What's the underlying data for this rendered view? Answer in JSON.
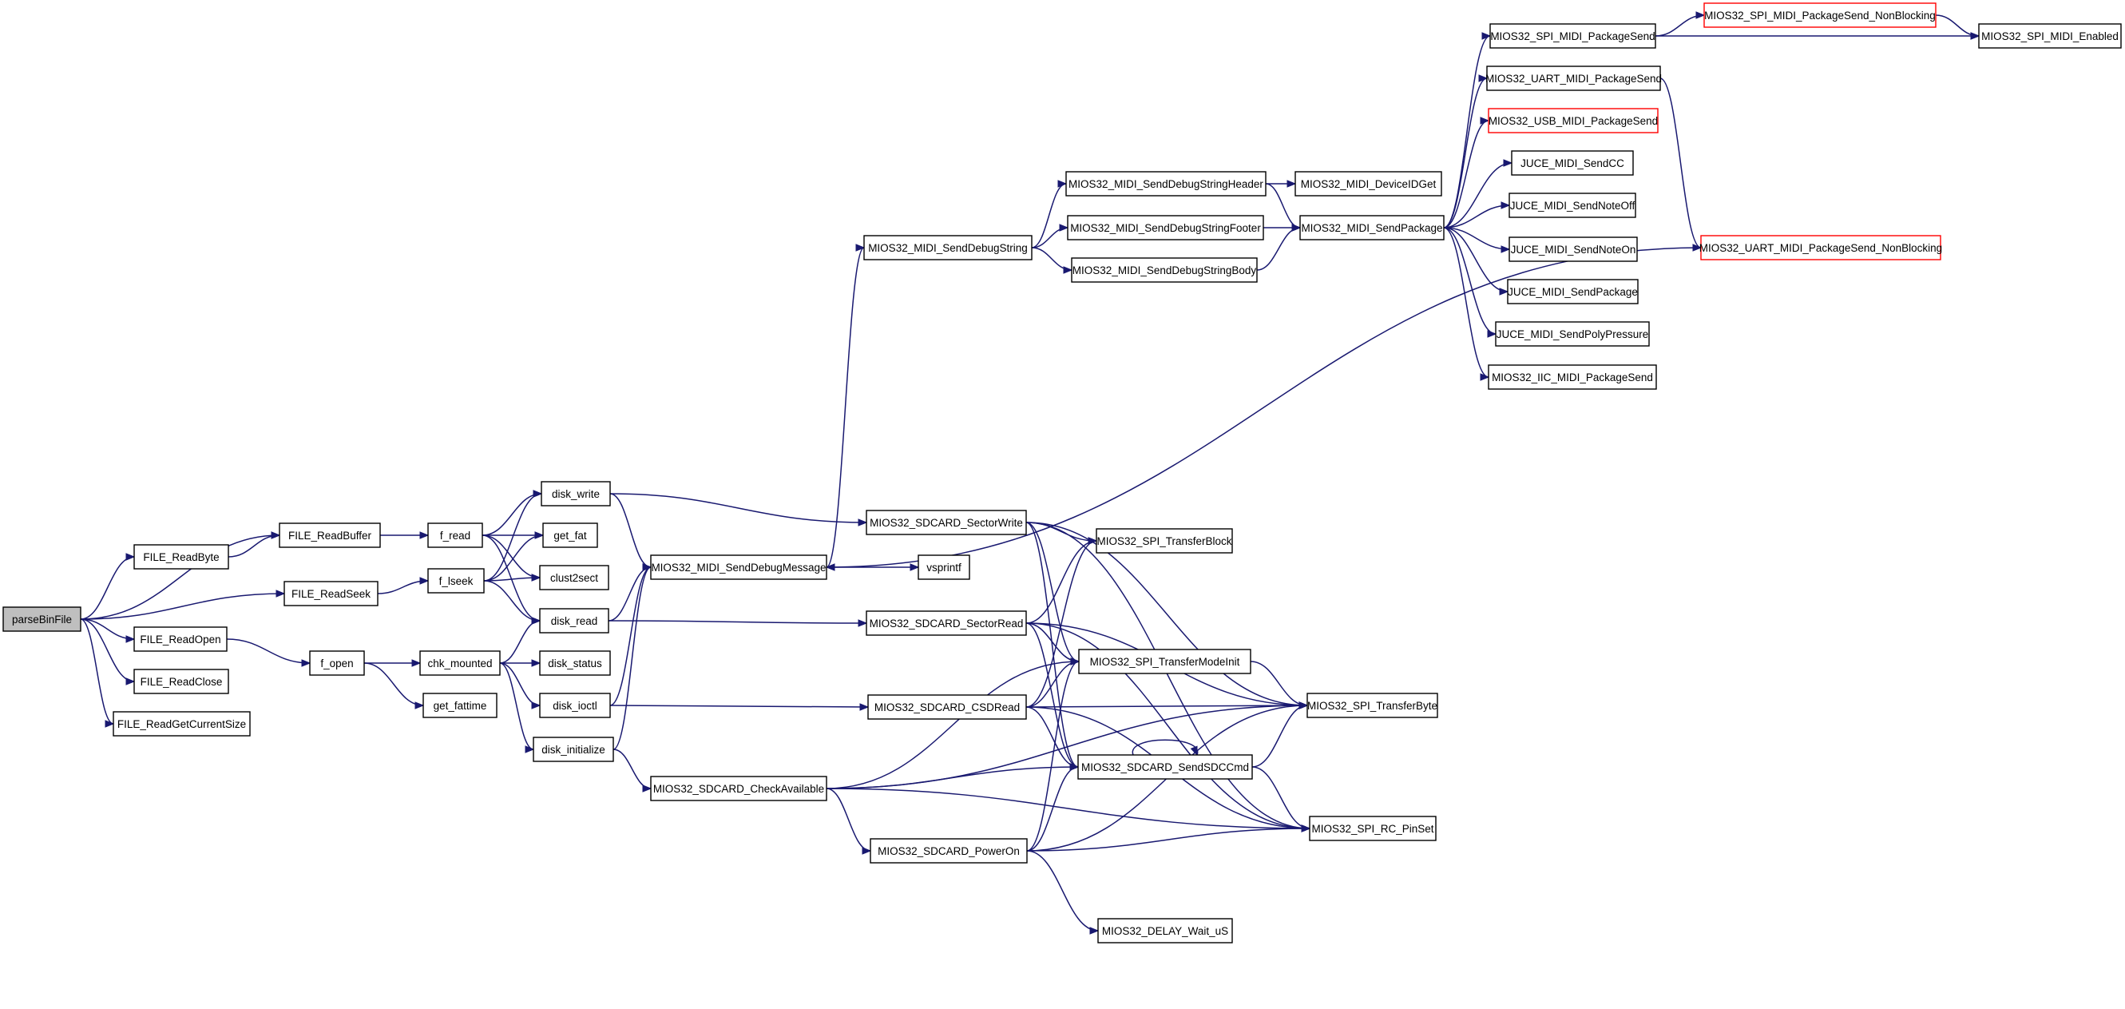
{
  "colors": {
    "edge": "#191970",
    "node_border": "#000000",
    "node_border_incomplete": "#ff0000",
    "root_fill": "#bfbfbf",
    "background": "#ffffff"
  },
  "nodes": {
    "parseBinFile": {
      "label": "parseBinFile",
      "kind": "root"
    },
    "FILE_ReadByte": {
      "label": "FILE_ReadByte"
    },
    "FILE_ReadBuffer": {
      "label": "FILE_ReadBuffer"
    },
    "FILE_ReadSeek": {
      "label": "FILE_ReadSeek"
    },
    "FILE_ReadOpen": {
      "label": "FILE_ReadOpen"
    },
    "FILE_ReadClose": {
      "label": "FILE_ReadClose"
    },
    "FILE_ReadGetCurrentSize": {
      "label": "FILE_ReadGetCurrentSize"
    },
    "f_read": {
      "label": "f_read"
    },
    "f_lseek": {
      "label": "f_lseek"
    },
    "f_open": {
      "label": "f_open"
    },
    "get_fattime": {
      "label": "get_fattime"
    },
    "chk_mounted": {
      "label": "chk_mounted"
    },
    "disk_write": {
      "label": "disk_write"
    },
    "get_fat": {
      "label": "get_fat"
    },
    "clust2sect": {
      "label": "clust2sect"
    },
    "disk_read": {
      "label": "disk_read"
    },
    "disk_status": {
      "label": "disk_status"
    },
    "disk_ioctl": {
      "label": "disk_ioctl"
    },
    "disk_initialize": {
      "label": "disk_initialize"
    },
    "MIOS32_MIDI_SendDebugMessage": {
      "label": "MIOS32_MIDI_SendDebugMessage"
    },
    "MIOS32_SDCARD_CheckAvailable": {
      "label": "MIOS32_SDCARD_CheckAvailable"
    },
    "vsprintf": {
      "label": "vsprintf"
    },
    "MIOS32_MIDI_SendDebugString": {
      "label": "MIOS32_MIDI_SendDebugString"
    },
    "MIOS32_SDCARD_SectorWrite": {
      "label": "MIOS32_SDCARD_SectorWrite"
    },
    "MIOS32_SDCARD_SectorRead": {
      "label": "MIOS32_SDCARD_SectorRead"
    },
    "MIOS32_SDCARD_CSDRead": {
      "label": "MIOS32_SDCARD_CSDRead"
    },
    "MIOS32_SDCARD_PowerOn": {
      "label": "MIOS32_SDCARD_PowerOn"
    },
    "MIOS32_MIDI_SendDebugStringHeader": {
      "label": "MIOS32_MIDI_SendDebugStringHeader"
    },
    "MIOS32_MIDI_SendDebugStringFooter": {
      "label": "MIOS32_MIDI_SendDebugStringFooter"
    },
    "MIOS32_MIDI_SendDebugStringBody": {
      "label": "MIOS32_MIDI_SendDebugStringBody"
    },
    "MIOS32_SPI_TransferBlock": {
      "label": "MIOS32_SPI_TransferBlock"
    },
    "MIOS32_SPI_TransferModeInit": {
      "label": "MIOS32_SPI_TransferModeInit"
    },
    "MIOS32_SDCARD_SendSDCCmd": {
      "label": "MIOS32_SDCARD_SendSDCCmd"
    },
    "MIOS32_DELAY_Wait_uS": {
      "label": "MIOS32_DELAY_Wait_uS"
    },
    "MIOS32_MIDI_DeviceIDGet": {
      "label": "MIOS32_MIDI_DeviceIDGet"
    },
    "MIOS32_MIDI_SendPackage": {
      "label": "MIOS32_MIDI_SendPackage"
    },
    "MIOS32_SPI_TransferByte": {
      "label": "MIOS32_SPI_TransferByte"
    },
    "MIOS32_SPI_RC_PinSet": {
      "label": "MIOS32_SPI_RC_PinSet"
    },
    "MIOS32_SPI_MIDI_PackageSend": {
      "label": "MIOS32_SPI_MIDI_PackageSend"
    },
    "MIOS32_UART_MIDI_PackageSend": {
      "label": "MIOS32_UART_MIDI_PackageSend"
    },
    "MIOS32_USB_MIDI_PackageSend": {
      "label": "MIOS32_USB_MIDI_PackageSend",
      "kind": "red"
    },
    "JUCE_MIDI_SendCC": {
      "label": "JUCE_MIDI_SendCC"
    },
    "JUCE_MIDI_SendNoteOff": {
      "label": "JUCE_MIDI_SendNoteOff"
    },
    "JUCE_MIDI_SendNoteOn": {
      "label": "JUCE_MIDI_SendNoteOn"
    },
    "JUCE_MIDI_SendPackage": {
      "label": "JUCE_MIDI_SendPackage"
    },
    "JUCE_MIDI_SendPolyPressure": {
      "label": "JUCE_MIDI_SendPolyPressure"
    },
    "MIOS32_IIC_MIDI_PackageSend": {
      "label": "MIOS32_IIC_MIDI_PackageSend"
    },
    "MIOS32_SPI_MIDI_PackageSend_NonBlocking": {
      "label": "MIOS32_SPI_MIDI_PackageSend_NonBlocking",
      "kind": "red"
    },
    "MIOS32_UART_MIDI_PackageSend_NonBlocking": {
      "label": "MIOS32_UART_MIDI_PackageSend_NonBlocking",
      "kind": "red"
    },
    "MIOS32_SPI_MIDI_Enabled": {
      "label": "MIOS32_SPI_MIDI_Enabled"
    }
  },
  "edges": [
    [
      "parseBinFile",
      "FILE_ReadBuffer"
    ],
    [
      "parseBinFile",
      "FILE_ReadByte"
    ],
    [
      "parseBinFile",
      "FILE_ReadSeek"
    ],
    [
      "parseBinFile",
      "FILE_ReadOpen"
    ],
    [
      "parseBinFile",
      "FILE_ReadClose"
    ],
    [
      "parseBinFile",
      "FILE_ReadGetCurrentSize"
    ],
    [
      "FILE_ReadByte",
      "FILE_ReadBuffer"
    ],
    [
      "FILE_ReadBuffer",
      "f_read"
    ],
    [
      "FILE_ReadSeek",
      "f_lseek"
    ],
    [
      "FILE_ReadOpen",
      "f_open"
    ],
    [
      "f_read",
      "disk_write"
    ],
    [
      "f_read",
      "get_fat"
    ],
    [
      "f_read",
      "clust2sect"
    ],
    [
      "f_read",
      "disk_read"
    ],
    [
      "f_lseek",
      "disk_write"
    ],
    [
      "f_lseek",
      "get_fat"
    ],
    [
      "f_lseek",
      "clust2sect"
    ],
    [
      "f_lseek",
      "disk_read"
    ],
    [
      "f_open",
      "chk_mounted"
    ],
    [
      "f_open",
      "get_fattime"
    ],
    [
      "chk_mounted",
      "disk_read"
    ],
    [
      "chk_mounted",
      "disk_status"
    ],
    [
      "chk_mounted",
      "disk_ioctl"
    ],
    [
      "chk_mounted",
      "disk_initialize"
    ],
    [
      "disk_write",
      "MIOS32_MIDI_SendDebugMessage"
    ],
    [
      "disk_write",
      "MIOS32_SDCARD_SectorWrite"
    ],
    [
      "disk_read",
      "MIOS32_MIDI_SendDebugMessage"
    ],
    [
      "disk_read",
      "MIOS32_SDCARD_SectorRead"
    ],
    [
      "disk_ioctl",
      "MIOS32_MIDI_SendDebugMessage"
    ],
    [
      "disk_ioctl",
      "MIOS32_SDCARD_CSDRead"
    ],
    [
      "disk_initialize",
      "MIOS32_MIDI_SendDebugMessage"
    ],
    [
      "disk_initialize",
      "MIOS32_SDCARD_CheckAvailable"
    ],
    [
      "MIOS32_MIDI_SendDebugMessage",
      "vsprintf"
    ],
    [
      "MIOS32_MIDI_SendDebugMessage",
      "MIOS32_MIDI_SendDebugString"
    ],
    [
      "MIOS32_MIDI_SendDebugString",
      "MIOS32_MIDI_SendDebugStringHeader"
    ],
    [
      "MIOS32_MIDI_SendDebugString",
      "MIOS32_MIDI_SendDebugStringFooter"
    ],
    [
      "MIOS32_MIDI_SendDebugString",
      "MIOS32_MIDI_SendDebugStringBody"
    ],
    [
      "MIOS32_MIDI_SendDebugStringHeader",
      "MIOS32_MIDI_DeviceIDGet"
    ],
    [
      "MIOS32_MIDI_SendDebugStringHeader",
      "MIOS32_MIDI_SendPackage"
    ],
    [
      "MIOS32_MIDI_SendDebugStringFooter",
      "MIOS32_MIDI_SendPackage"
    ],
    [
      "MIOS32_MIDI_SendDebugStringBody",
      "MIOS32_MIDI_SendPackage"
    ],
    [
      "MIOS32_MIDI_SendPackage",
      "MIOS32_SPI_MIDI_PackageSend"
    ],
    [
      "MIOS32_MIDI_SendPackage",
      "MIOS32_UART_MIDI_PackageSend"
    ],
    [
      "MIOS32_MIDI_SendPackage",
      "MIOS32_USB_MIDI_PackageSend"
    ],
    [
      "MIOS32_MIDI_SendPackage",
      "JUCE_MIDI_SendCC"
    ],
    [
      "MIOS32_MIDI_SendPackage",
      "JUCE_MIDI_SendNoteOff"
    ],
    [
      "MIOS32_MIDI_SendPackage",
      "JUCE_MIDI_SendNoteOn"
    ],
    [
      "MIOS32_MIDI_SendPackage",
      "JUCE_MIDI_SendPackage"
    ],
    [
      "MIOS32_MIDI_SendPackage",
      "JUCE_MIDI_SendPolyPressure"
    ],
    [
      "MIOS32_MIDI_SendPackage",
      "MIOS32_IIC_MIDI_PackageSend"
    ],
    [
      "MIOS32_SPI_MIDI_PackageSend",
      "MIOS32_SPI_MIDI_PackageSend_NonBlocking"
    ],
    [
      "MIOS32_SPI_MIDI_PackageSend",
      "MIOS32_SPI_MIDI_Enabled"
    ],
    [
      "MIOS32_SPI_MIDI_PackageSend_NonBlocking",
      "MIOS32_SPI_MIDI_Enabled"
    ],
    [
      "MIOS32_UART_MIDI_PackageSend",
      "MIOS32_UART_MIDI_PackageSend_NonBlocking"
    ],
    [
      "MIOS32_UART_MIDI_PackageSend_NonBlocking",
      "MIOS32_MIDI_SendDebugMessage"
    ],
    [
      "MIOS32_SDCARD_SectorWrite",
      "MIOS32_SPI_TransferBlock"
    ],
    [
      "MIOS32_SDCARD_SectorWrite",
      "MIOS32_SPI_TransferModeInit"
    ],
    [
      "MIOS32_SDCARD_SectorWrite",
      "MIOS32_SDCARD_SendSDCCmd"
    ],
    [
      "MIOS32_SDCARD_SectorWrite",
      "MIOS32_SPI_TransferByte"
    ],
    [
      "MIOS32_SDCARD_SectorWrite",
      "MIOS32_SPI_RC_PinSet"
    ],
    [
      "MIOS32_SDCARD_SectorRead",
      "MIOS32_SPI_TransferBlock"
    ],
    [
      "MIOS32_SDCARD_SectorRead",
      "MIOS32_SPI_TransferModeInit"
    ],
    [
      "MIOS32_SDCARD_SectorRead",
      "MIOS32_SDCARD_SendSDCCmd"
    ],
    [
      "MIOS32_SDCARD_SectorRead",
      "MIOS32_SPI_TransferByte"
    ],
    [
      "MIOS32_SDCARD_SectorRead",
      "MIOS32_SPI_RC_PinSet"
    ],
    [
      "MIOS32_SDCARD_CSDRead",
      "MIOS32_SPI_TransferBlock"
    ],
    [
      "MIOS32_SDCARD_CSDRead",
      "MIOS32_SPI_TransferModeInit"
    ],
    [
      "MIOS32_SDCARD_CSDRead",
      "MIOS32_SPI_TransferByte"
    ],
    [
      "MIOS32_SDCARD_CSDRead",
      "MIOS32_SDCARD_SendSDCCmd"
    ],
    [
      "MIOS32_SDCARD_CSDRead",
      "MIOS32_SPI_RC_PinSet"
    ],
    [
      "MIOS32_SDCARD_CheckAvailable",
      "MIOS32_SPI_TransferModeInit"
    ],
    [
      "MIOS32_SDCARD_CheckAvailable",
      "MIOS32_SDCARD_SendSDCCmd"
    ],
    [
      "MIOS32_SDCARD_CheckAvailable",
      "MIOS32_SPI_TransferByte"
    ],
    [
      "MIOS32_SDCARD_CheckAvailable",
      "MIOS32_SDCARD_PowerOn"
    ],
    [
      "MIOS32_SDCARD_CheckAvailable",
      "MIOS32_SPI_RC_PinSet"
    ],
    [
      "MIOS32_SDCARD_PowerOn",
      "MIOS32_SPI_TransferModeInit"
    ],
    [
      "MIOS32_SDCARD_PowerOn",
      "MIOS32_SDCARD_SendSDCCmd"
    ],
    [
      "MIOS32_SDCARD_PowerOn",
      "MIOS32_SPI_TransferByte"
    ],
    [
      "MIOS32_SDCARD_PowerOn",
      "MIOS32_DELAY_Wait_uS"
    ],
    [
      "MIOS32_SDCARD_PowerOn",
      "MIOS32_SPI_RC_PinSet"
    ],
    [
      "MIOS32_SPI_TransferModeInit",
      "MIOS32_SPI_TransferByte"
    ],
    [
      "MIOS32_SDCARD_SendSDCCmd",
      "MIOS32_SDCARD_SendSDCCmd"
    ],
    [
      "MIOS32_SDCARD_SendSDCCmd",
      "MIOS32_SPI_TransferByte"
    ],
    [
      "MIOS32_SDCARD_SendSDCCmd",
      "MIOS32_SPI_RC_PinSet"
    ]
  ]
}
